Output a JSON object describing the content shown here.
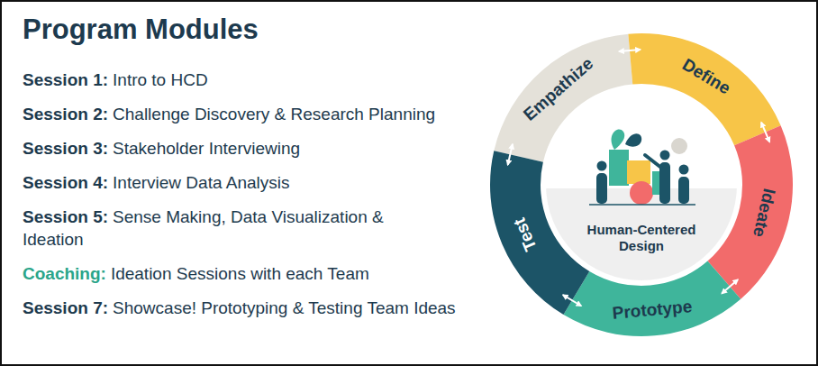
{
  "diagram": {
    "title": "Program Modules",
    "nodes": [
      {
        "text": [
          "Empathize"
        ]
      },
      {
        "text": [
          "Define"
        ]
      },
      {
        "text": [
          "Ideate"
        ]
      },
      {
        "text": [
          "Prototype"
        ]
      },
      {
        "text": [
          "Test"
        ]
      },
      {
        "text": [
          "Human-Centered Design"
        ]
      }
    ],
    "edges": [
      {
        "from": 0,
        "to": 1,
        "arrow": "both"
      },
      {
        "from": 1,
        "to": 2,
        "arrow": "both"
      },
      {
        "from": 2,
        "to": 3,
        "arrow": "both"
      },
      {
        "from": 3,
        "to": 4,
        "arrow": "both"
      },
      {
        "from": 4,
        "to": 0,
        "arrow": "both"
      }
    ],
    "labels": [
      "Session 1:",
      "Intro to HCD",
      "Session 2:",
      "Challenge Discovery & Research Planning",
      "Session 3:",
      "Stakeholder Interviewing",
      "Session 4:",
      "Interview Data Analysis",
      "Session 5:",
      "Sense Making, Data Visualization & Ideation",
      "Coaching:",
      "Ideation Sessions with each Team",
      "Session 7:",
      "Showcase! Prototyping & Testing Team Ideas"
    ]
  }
}
